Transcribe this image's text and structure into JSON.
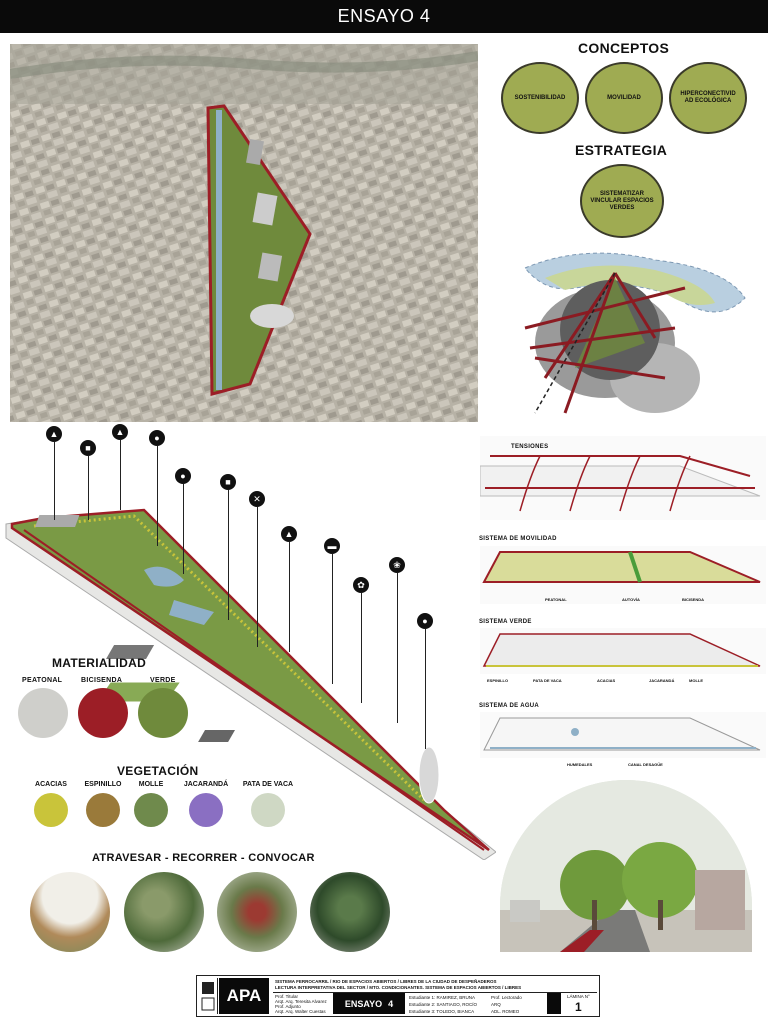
{
  "header": {
    "title": "ENSAYO 4"
  },
  "conceptos": {
    "title": "CONCEPTOS",
    "items": [
      "SOSTENIBILIDAD",
      "MOVILIDAD",
      "HIPERCONECTIVID AD ECOLÓGICA"
    ]
  },
  "estrategia": {
    "title": "ESTRATEGIA",
    "text": "SISTEMATIZAR VINCULAR ESPACIOS VERDES"
  },
  "materialidad": {
    "title": "MATERIALIDAD",
    "items": [
      {
        "label": "PEATONAL",
        "color": "#cfcfcb"
      },
      {
        "label": "BICISENDA",
        "color": "#9c1e26"
      },
      {
        "label": "VERDE",
        "color": "#6f8a3c"
      }
    ]
  },
  "vegetacion": {
    "title": "VEGETACIÓN",
    "items": [
      {
        "label": "ACACIAS",
        "color": "#c9c43a"
      },
      {
        "label": "ESPINILLO",
        "color": "#9a7a3a"
      },
      {
        "label": "MOLLE",
        "color": "#6f8a4c"
      },
      {
        "label": "JACARANDÁ",
        "color": "#8a6fc2"
      },
      {
        "label": "PATA DE VACA",
        "color": "#cfd8c4"
      }
    ]
  },
  "lema": {
    "title": "ATRAVESAR - RECORRER - CONVOCAR"
  },
  "diagrams": {
    "tensiones": {
      "title": "TENSIONES"
    },
    "movilidad": {
      "title": "SISTEMA DE MOVILIDAD",
      "legend": [
        "PEATONAL",
        "AUTOVÍA",
        "BICISENDA"
      ]
    },
    "verde": {
      "title": "SISTEMA VERDE",
      "legend": [
        "ESPINILLO",
        "PATA DE VACA",
        "ACACIAS",
        "JACARANDÁ",
        "MOLLE"
      ]
    },
    "agua": {
      "title": "SISTEMA DE AGUA",
      "legend": [
        "HUMEDALES",
        "CANAL DESAGÜE"
      ]
    }
  },
  "pins": [
    "walk-icon",
    "building-icon",
    "tree-icon",
    "bike-icon",
    "badge-icon",
    "cart-icon",
    "cross-icon",
    "bank-icon",
    "car-icon",
    "flower-icon",
    "leaf-icon",
    "dog-icon"
  ],
  "title_block": {
    "logo": "APA",
    "line1": "SISTEMA FERROCARRIL / RIO DE ESPACIOS ABIERTOS / LIBRES DE LA CIUDAD DE DESPEÑADEROS",
    "line2": "LECTURA INTERPRETATIVA DEL SECTOR / MTO. CONDICIONANTES. SISTEMA DE ESPACIOS ABIERTOS / LIBRES",
    "profs": [
      "Prof. Titular",
      "Arqt. Arq. Teresita Alvarez",
      "Prof. Adjunto",
      "Arqt. Arq. Walter Cuestas"
    ],
    "ensayo_label": "ENSAYO",
    "ensayo_num": "4",
    "students": [
      "Estudiante 1: RAMIREZ, BRUNA",
      "Estudiante 2: SANTIAGO, ROCÍO",
      "Estudiante 3: TOLEDO, BIANCA"
    ],
    "extra": [
      "Prof. Lectorado",
      "ARQ",
      "ADL. ROMEO"
    ],
    "lamina_label": "LÁMINA N°",
    "lamina_num": "1"
  }
}
